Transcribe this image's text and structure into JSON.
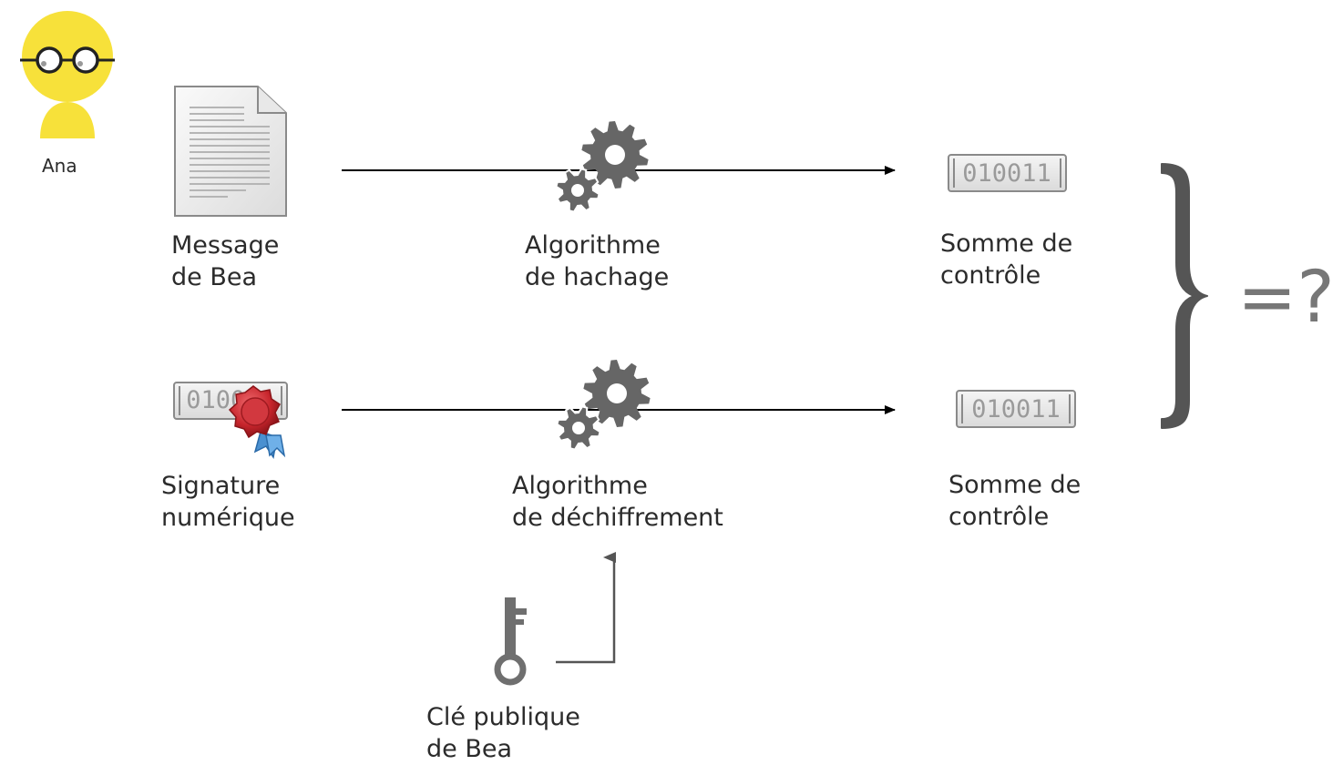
{
  "person": {
    "name": "Ana"
  },
  "top_row": {
    "source_label_1": "Message",
    "source_label_2": "de Bea",
    "process_label_1": "Algorithme",
    "process_label_2": "de hachage",
    "result_bits": "010011",
    "result_label_1": "Somme de",
    "result_label_2": "contrôle"
  },
  "bottom_row": {
    "source_bits": "010011",
    "source_label_1": "Signature",
    "source_label_2": "numérique",
    "process_label_1": "Algorithme",
    "process_label_2": "de déchiffrement",
    "result_bits": "010011",
    "result_label_1": "Somme de",
    "result_label_2": "contrôle"
  },
  "key": {
    "label_1": "Clé publique",
    "label_2": "de Bea"
  },
  "comparison": {
    "symbol": "=?"
  },
  "colors": {
    "person_yellow": "#f7e13a",
    "icon_gray": "#666666",
    "seal_red": "#c7252c",
    "ribbon_blue": "#4a90d0",
    "arrow_black": "#000000",
    "brace_gray": "#555555"
  },
  "icons": {
    "person": "person-glasses-icon",
    "document": "document-icon",
    "gears": "gears-icon",
    "seal": "wax-seal-icon",
    "key": "key-icon"
  }
}
